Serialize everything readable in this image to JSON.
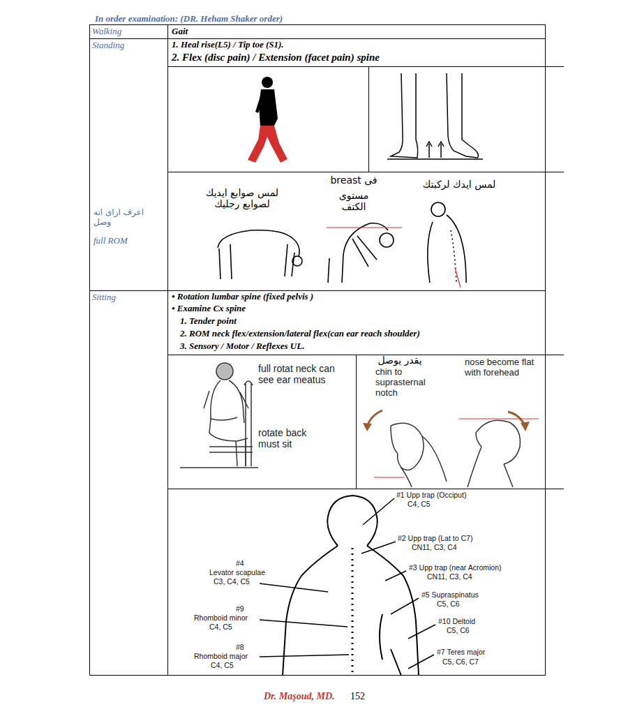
{
  "diagram": {
    "title": "In order examination: (DR. Heham Shaker order)",
    "labels": [
      "Walking",
      "Gait",
      "Standing",
      "1. Heal  rise(L5) / Tip toe (S1).",
      "2. Flex (disc pain) / Extension (facet pain) spine",
      "لمس صوابع ايديك لصوابع رجليك",
      "فى breast",
      "مستوى الكتف",
      "لمس ايدك لركبتك",
      "اعرف ازاى انه وصل",
      "full ROM",
      "Sitting",
      "• Rotation lumbar spine (fixed pelvis )",
      "• Examine Cx spine",
      "1. Tender point",
      "2. ROM neck flex/extension/lateral flex(can ear reach shoulder)",
      "3. Sensory / Motor / Reflexes UL.",
      "full rotat neck can see ear meatus",
      "rotate back must sit",
      "يقدر يوصل",
      "chin to suprasternal notch",
      "nose become flat with forehead",
      "#1 Upp trap (Occiput)",
      "C4, C5",
      "#2 Upp trap (Lat to C7)",
      "CN11, C3, C4",
      "#3 Upp trap (near Acromion)",
      "CN11, C3, C4",
      "#4",
      "Levator scapulae",
      "C3, C4, C5",
      "#5 Supraspinatus",
      "C5, C6",
      "#9",
      "Rhomboid minor",
      "C4, C5",
      "#10 Deltoid",
      "C5, C6",
      "#8",
      "Rhomboid major",
      "C4, C5",
      "#7 Teres major",
      "C5, C6, C7",
      "Dr. Maşoud, MD.",
      "152"
    ]
  }
}
